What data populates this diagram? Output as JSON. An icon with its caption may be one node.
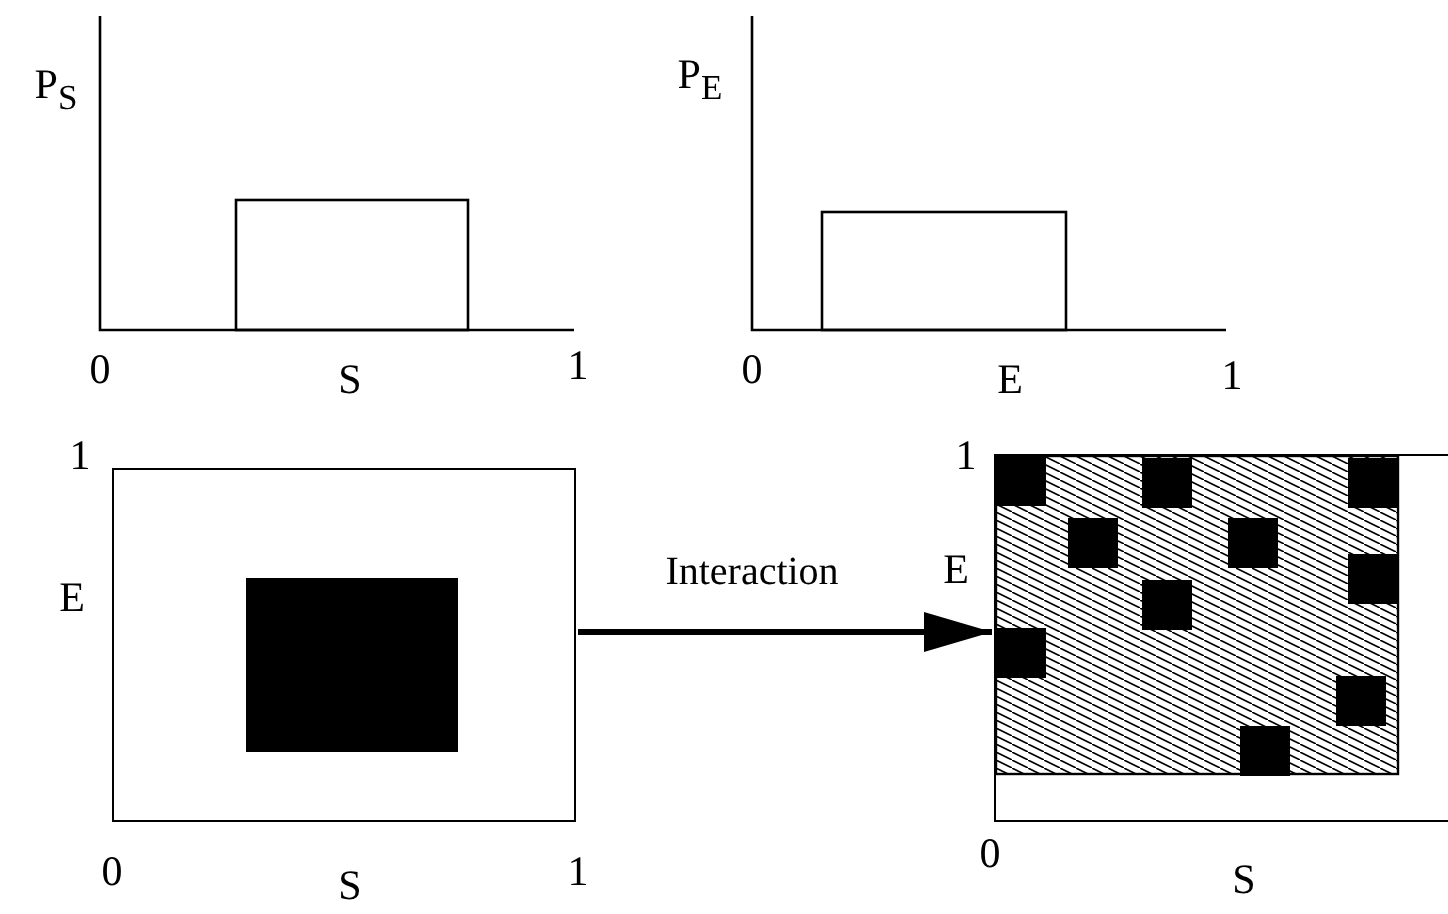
{
  "diagram": {
    "nodes": [
      {
        "text": [],
        "shape": "box"
      },
      {
        "text": [],
        "shape": "box"
      }
    ],
    "edges": [
      {
        "from": 0,
        "to": 1,
        "arrow": "to",
        "label": "Interaction"
      }
    ],
    "labels": [
      "P$_{S}$",
      "0",
      "S",
      "1",
      "P$_{E}$",
      "0",
      "E",
      "1",
      "1",
      "E",
      "0",
      "S",
      "1",
      "1",
      "E",
      "0",
      "S"
    ]
  }
}
